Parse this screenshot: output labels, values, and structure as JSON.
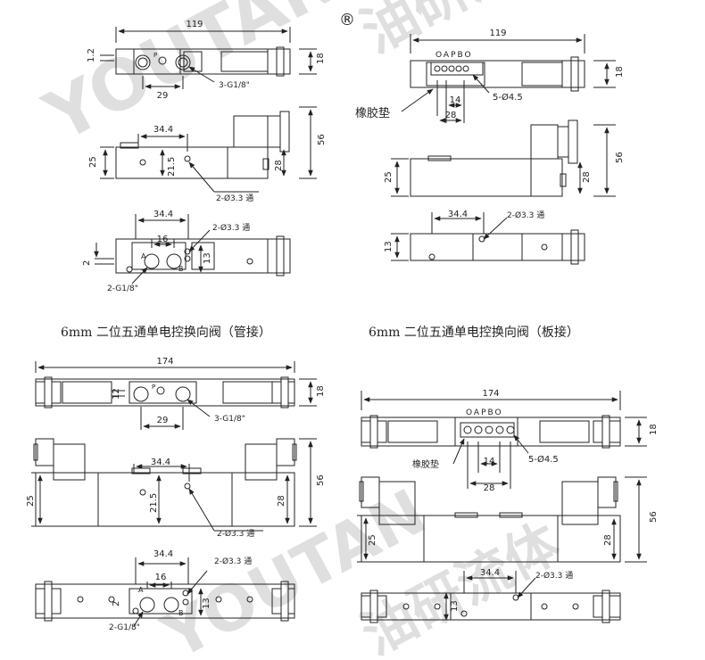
{
  "watermark": {
    "latin": "YOUTAN",
    "chinese": "油研流体",
    "mark": "®"
  },
  "captions": {
    "top_left": "6mm 二位五通单电控换向阀（管接）",
    "top_right": "6mm 二位五通单电控换向阀（板接）"
  },
  "tl": {
    "w": "119",
    "h18": "18",
    "h12": "1.2",
    "p29": "29",
    "port": "3-G1/8\"",
    "d344": "34.4",
    "h56": "56",
    "h25": "25",
    "h28": "28",
    "v215": "21.5",
    "hole": "2-Ø3.3 通",
    "d16": "16",
    "v2": "2",
    "v13": "13",
    "g": "2-G1/8\"",
    "P": "P",
    "A": "A",
    "B": "B"
  },
  "tr": {
    "w": "119",
    "ports": "OAPBO",
    "h18": "18",
    "d14": "14",
    "d28": "28",
    "hole5": "5-Ø4.5",
    "gasket": "橡胶垫",
    "h56": "56",
    "h25": "25",
    "h28": "28",
    "d344": "34.4",
    "hole": "2-Ø3.3 通",
    "h13": "13"
  },
  "bl": {
    "w": "174",
    "h12": "12",
    "h18": "18",
    "p29": "29",
    "port": "3-G1/8\"",
    "d344": "34.4",
    "h56": "56",
    "h25": "25",
    "h28": "28",
    "v215": "21.5",
    "hole": "2-Ø3.3 通",
    "d16": "16",
    "v2": "2",
    "v13": "13",
    "g": "2-G1/8\"",
    "P": "P",
    "A": "A",
    "B": "B"
  },
  "br": {
    "w": "174",
    "ports": "OAPBO",
    "h18": "18",
    "gasket": "橡胶垫",
    "d14": "14",
    "hole5": "5-Ø4.5",
    "d28": "28",
    "h56": "56",
    "h25": "25",
    "h28": "28",
    "d344": "34.4",
    "hole": "2-Ø3.3 通",
    "h13": "13"
  }
}
